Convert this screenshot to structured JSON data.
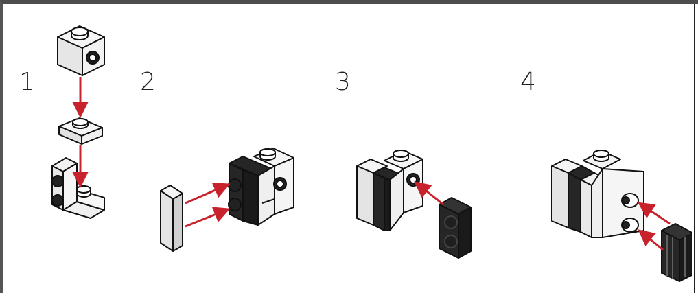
{
  "steps": [
    {
      "number": "1"
    },
    {
      "number": "2"
    },
    {
      "number": "3"
    },
    {
      "number": "4"
    }
  ],
  "colors": {
    "arrow": "#c8232c",
    "brick_light": "#f2f2f2",
    "brick_dark": "#262626",
    "outline": "#111111"
  }
}
